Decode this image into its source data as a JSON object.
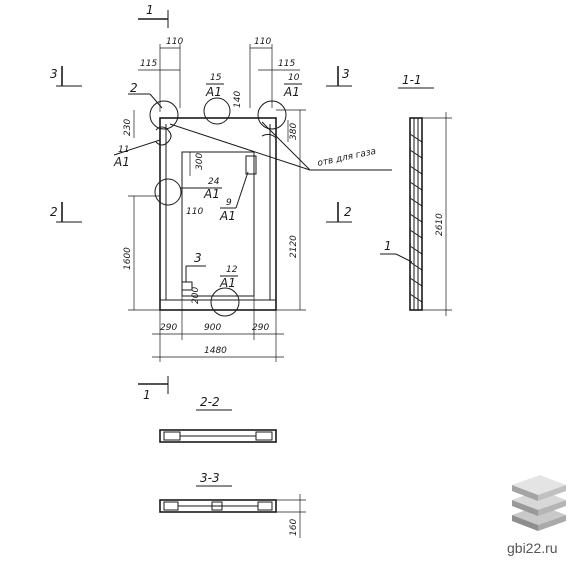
{
  "sections": {
    "cut1": "1",
    "cut2": "2",
    "cut3": "3",
    "title_1_1": "1-1",
    "title_2_2": "2-2",
    "title_3_3": "3-3"
  },
  "dims": {
    "d110a": "110",
    "d115a": "115",
    "d110b": "110",
    "d115b": "115",
    "d230": "230",
    "d140": "140",
    "d380": "380",
    "d300": "300",
    "d110c": "110",
    "d1600": "1600",
    "d2120": "2120",
    "d200": "200",
    "d290a": "290",
    "d900": "900",
    "d290b": "290",
    "d1480": "1480",
    "d2610": "2610",
    "d160": "160"
  },
  "callouts": {
    "c2": "2",
    "c15_top": "15",
    "c15_bot": "А1",
    "c10_top": "10",
    "c10_bot": "А1",
    "c11_top": "11",
    "c11_bot": "А1",
    "c24_top": "24",
    "c24_bot": "А1",
    "c9_top": "9",
    "c9_bot": "А1",
    "c3": "3",
    "c12_top": "12",
    "c12_bot": "А1",
    "c1": "1"
  },
  "notes": {
    "gas_hole": "отв для газа"
  },
  "watermark": {
    "text": "gbi22.ru"
  }
}
